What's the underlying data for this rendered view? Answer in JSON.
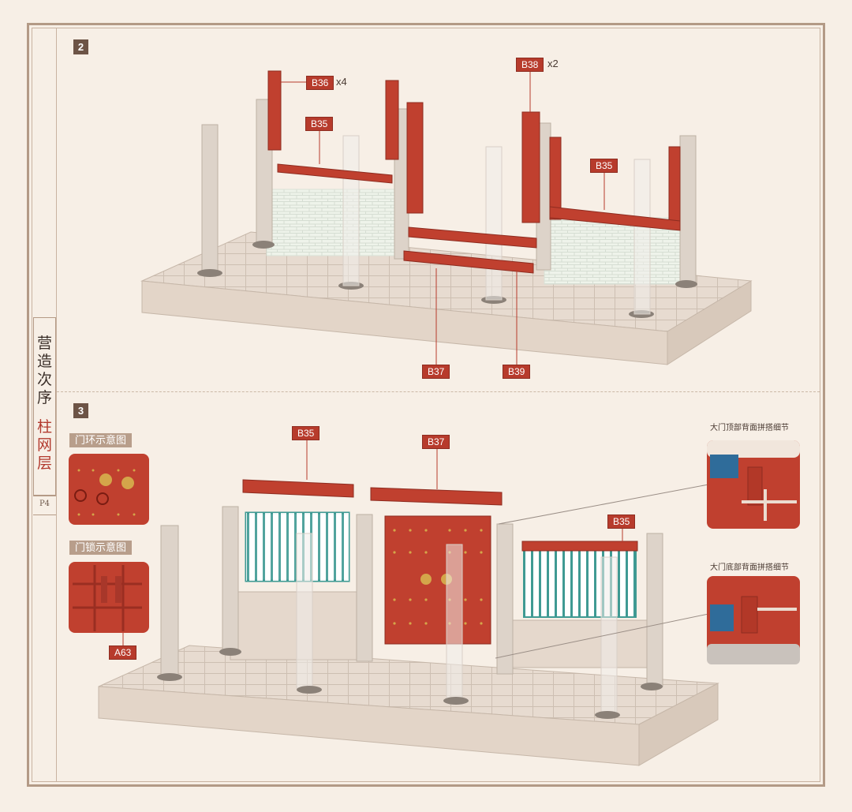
{
  "sidebar": {
    "title_top": "营造次序",
    "title_bottom": "柱网层",
    "page_number": "P4"
  },
  "step2": {
    "number": "2",
    "labels": {
      "b36": "B36",
      "b36_qty": "x4",
      "b35a": "B35",
      "b38": "B38",
      "b38_qty": "x2",
      "b35b": "B35",
      "b37": "B37",
      "b39": "B39"
    }
  },
  "step3": {
    "number": "3",
    "labels": {
      "b35_left": "B35",
      "b37": "B37",
      "b35_right": "B35",
      "a63": "A63"
    },
    "insets": {
      "ring_caption": "门环示意图",
      "lock_caption": "门锁示意图",
      "top_detail": "大门顶部背面拼搭细节",
      "bottom_detail": "大门底部背面拼搭细节"
    }
  },
  "colors": {
    "red": "#c0402f",
    "stone": "#e9ddd1",
    "pillar": "#ded4ca",
    "teal": "#3f9a93",
    "brown_badge": "#6d5446"
  }
}
